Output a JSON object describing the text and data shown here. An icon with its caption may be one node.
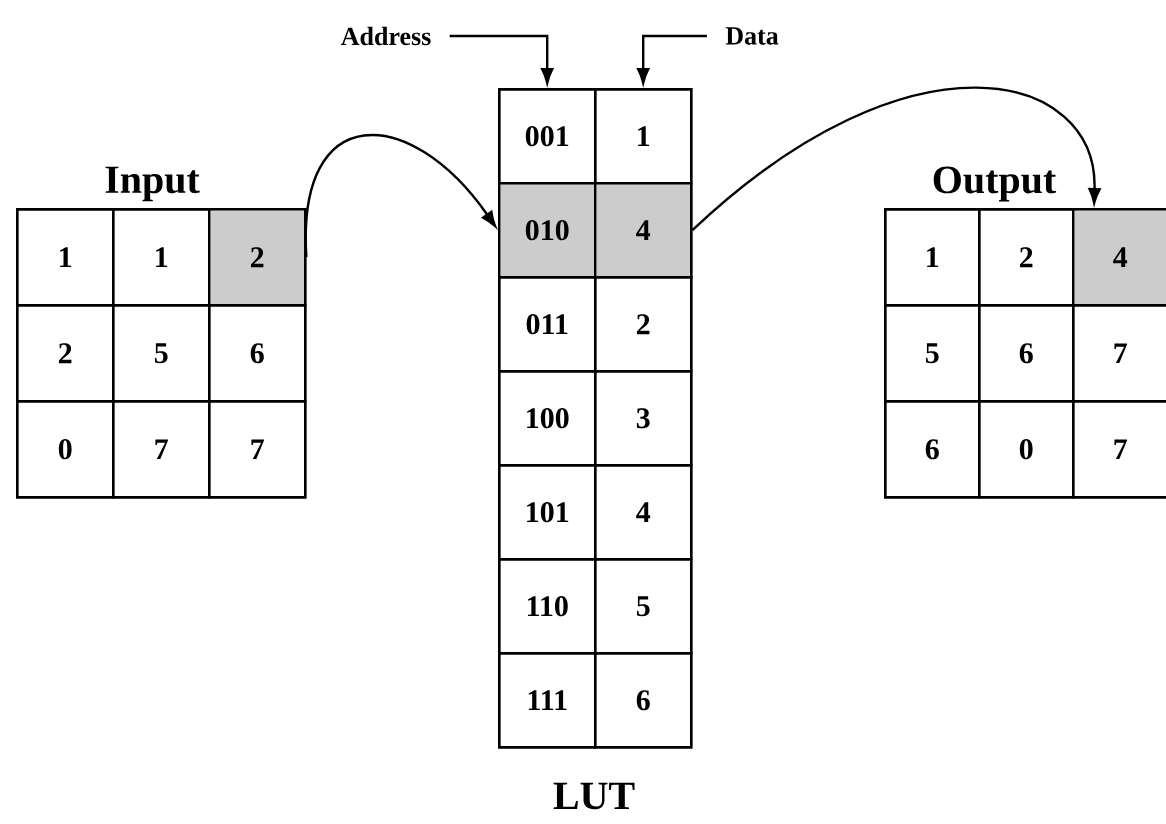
{
  "diagram": {
    "nodes": [
      {
        "text": [
          "Address"
        ]
      },
      {
        "text": [
          "Data"
        ]
      },
      {
        "text": [
          "Input"
        ]
      },
      {
        "text": [
          "1"
        ],
        "in": 2
      },
      {
        "text": [
          "1"
        ],
        "in": 2
      },
      {
        "text": [
          "2"
        ],
        "in": 2
      },
      {
        "text": [
          "2"
        ],
        "in": 2
      },
      {
        "text": [
          "5"
        ],
        "in": 2
      },
      {
        "text": [
          "6"
        ],
        "in": 2
      },
      {
        "text": [
          "0"
        ],
        "in": 2
      },
      {
        "text": [
          "7"
        ],
        "in": 2
      },
      {
        "text": [
          "7"
        ],
        "in": 2
      },
      {
        "text": [
          "LUT"
        ]
      },
      {
        "text": [
          "001"
        ],
        "in": 12
      },
      {
        "text": [
          "1"
        ],
        "in": 12
      },
      {
        "text": [
          "010"
        ],
        "in": 12
      },
      {
        "text": [
          "4"
        ],
        "in": 12
      },
      {
        "text": [
          "011"
        ],
        "in": 12
      },
      {
        "text": [
          "2"
        ],
        "in": 12
      },
      {
        "text": [
          "100"
        ],
        "in": 12
      },
      {
        "text": [
          "3"
        ],
        "in": 12
      },
      {
        "text": [
          "101"
        ],
        "in": 12
      },
      {
        "text": [
          "4"
        ],
        "in": 12
      },
      {
        "text": [
          "110"
        ],
        "in": 12
      },
      {
        "text": [
          "5"
        ],
        "in": 12
      },
      {
        "text": [
          "111"
        ],
        "in": 12
      },
      {
        "text": [
          "6"
        ],
        "in": 12
      },
      {
        "text": [
          "Output"
        ]
      },
      {
        "text": [
          "1"
        ],
        "in": 27
      },
      {
        "text": [
          "2"
        ],
        "in": 27
      },
      {
        "text": [
          "4"
        ],
        "in": 27
      },
      {
        "text": [
          "5"
        ],
        "in": 27
      },
      {
        "text": [
          "6"
        ],
        "in": 27
      },
      {
        "text": [
          "7"
        ],
        "in": 27
      },
      {
        "text": [
          "6"
        ],
        "in": 27
      },
      {
        "text": [
          "0"
        ],
        "in": 27
      },
      {
        "text": [
          "7"
        ],
        "in": 27
      }
    ],
    "edges": [
      {
        "from": 0,
        "to": 13,
        "arrow": "to"
      },
      {
        "from": 1,
        "to": 14,
        "arrow": "to"
      },
      {
        "from": 5,
        "to": 15,
        "arrow": "to"
      },
      {
        "from": 16,
        "to": 30,
        "arrow": "to"
      }
    ]
  }
}
